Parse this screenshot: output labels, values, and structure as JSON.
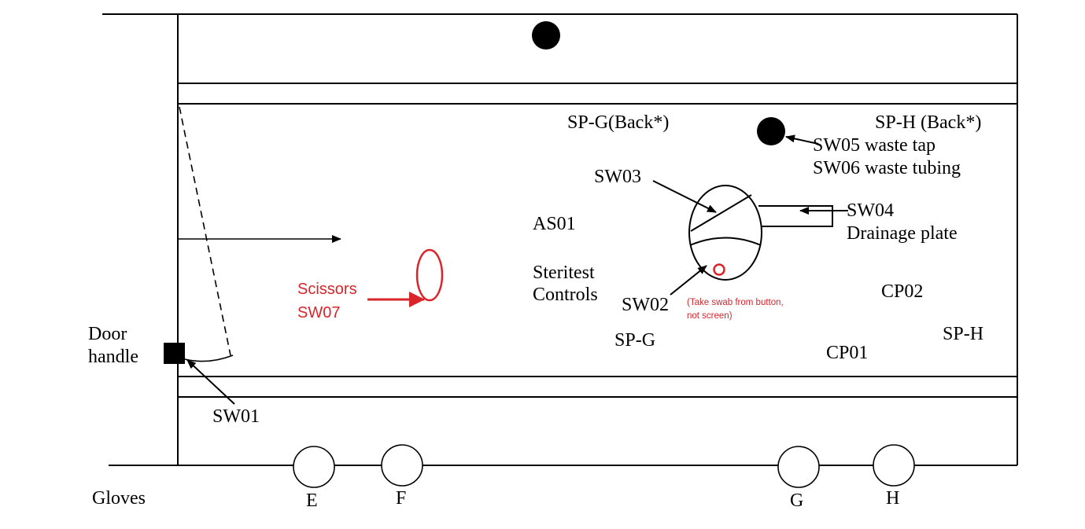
{
  "colors": {
    "ink": "#000000",
    "annotation": "#d9242a",
    "background": "#ffffff"
  },
  "labels": {
    "sp_g_back": "SP-G(Back*)",
    "sp_h_back": "SP-H (Back*)",
    "sw05": "SW05 waste tap",
    "sw06": "SW06 waste tubing",
    "sw03": "SW03",
    "as01": "AS01",
    "sw04": "SW04",
    "drainage_plate": "Drainage plate",
    "steritest_line1": "Steritest",
    "steritest_line2": "Controls",
    "sw02": "SW02",
    "swab_note_line1": "(Take swab from button,",
    "swab_note_line2": "not screen)",
    "cp02": "CP02",
    "sp_g": "SP-G",
    "sp_h": "SP-H",
    "cp01": "CP01",
    "scissors_line1": "Scissors",
    "scissors_line2": "SW07",
    "door_line1": "Door",
    "door_line2": "handle",
    "sw01": "SW01",
    "gloves": "Gloves",
    "glove_e": "E",
    "glove_f": "F",
    "glove_g": "G",
    "glove_h": "H"
  }
}
